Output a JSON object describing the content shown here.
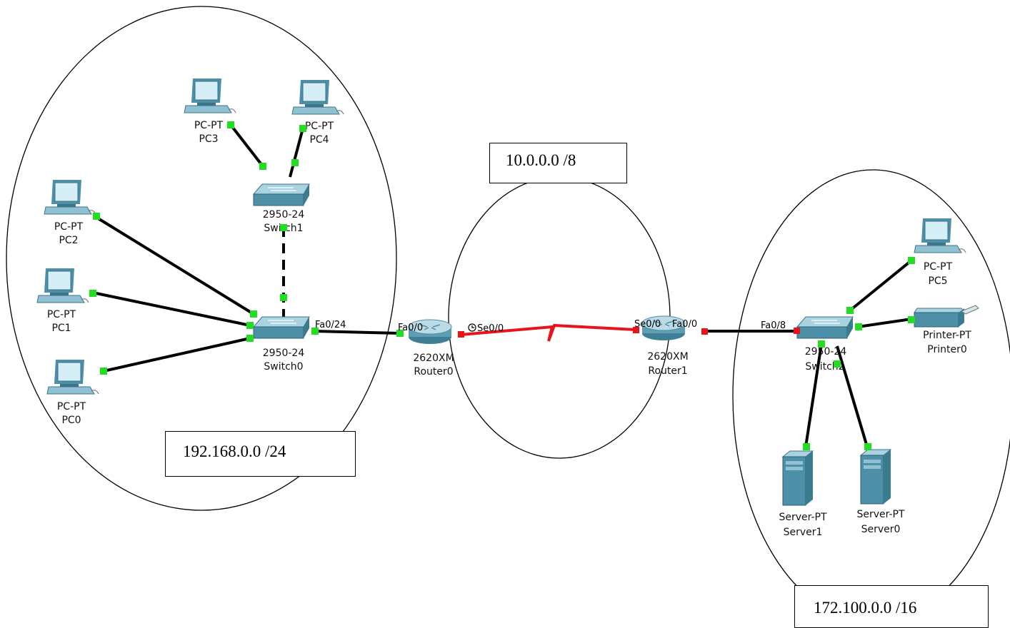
{
  "networks": [
    {
      "id": "lan1",
      "label": "192.168.0.0 /24"
    },
    {
      "id": "wan",
      "label": "10.0.0.0 /8"
    },
    {
      "id": "lan2",
      "label": "172.100.0.0 /16"
    }
  ],
  "devices": {
    "pc3": {
      "type": "PC-PT",
      "name": "PC3"
    },
    "pc4": {
      "type": "PC-PT",
      "name": "PC4"
    },
    "pc2": {
      "type": "PC-PT",
      "name": "PC2"
    },
    "pc1": {
      "type": "PC-PT",
      "name": "PC1"
    },
    "pc0": {
      "type": "PC-PT",
      "name": "PC0"
    },
    "switch1": {
      "type": "2950-24",
      "name": "Switch1"
    },
    "switch0": {
      "type": "2950-24",
      "name": "Switch0"
    },
    "router0": {
      "type": "2620XM",
      "name": "Router0"
    },
    "router1": {
      "type": "2620XM",
      "name": "Router1"
    },
    "switch2": {
      "type": "2950-24",
      "name": "Switch2"
    },
    "pc5": {
      "type": "PC-PT",
      "name": "PC5"
    },
    "printer0": {
      "type": "Printer-PT",
      "name": "Printer0"
    },
    "server1": {
      "type": "Server-PT",
      "name": "Server1"
    },
    "server0": {
      "type": "Server-PT",
      "name": "Server0"
    }
  },
  "ports": {
    "sw0_fa024": "Fa0/24",
    "r0_fa00": "Fa0/0",
    "r0_se00": "Se0/0",
    "r1_se00": "Se0/0",
    "r1_fa00": "Fa0/0",
    "sw2_fa08": "Fa0/8"
  },
  "colors": {
    "link": "#000000",
    "serial_link": "#e8141b",
    "port_up": "#22dd22",
    "port_down": "#e8141b",
    "device_body": "#4d8fa6",
    "device_light": "#cfe7ef"
  }
}
